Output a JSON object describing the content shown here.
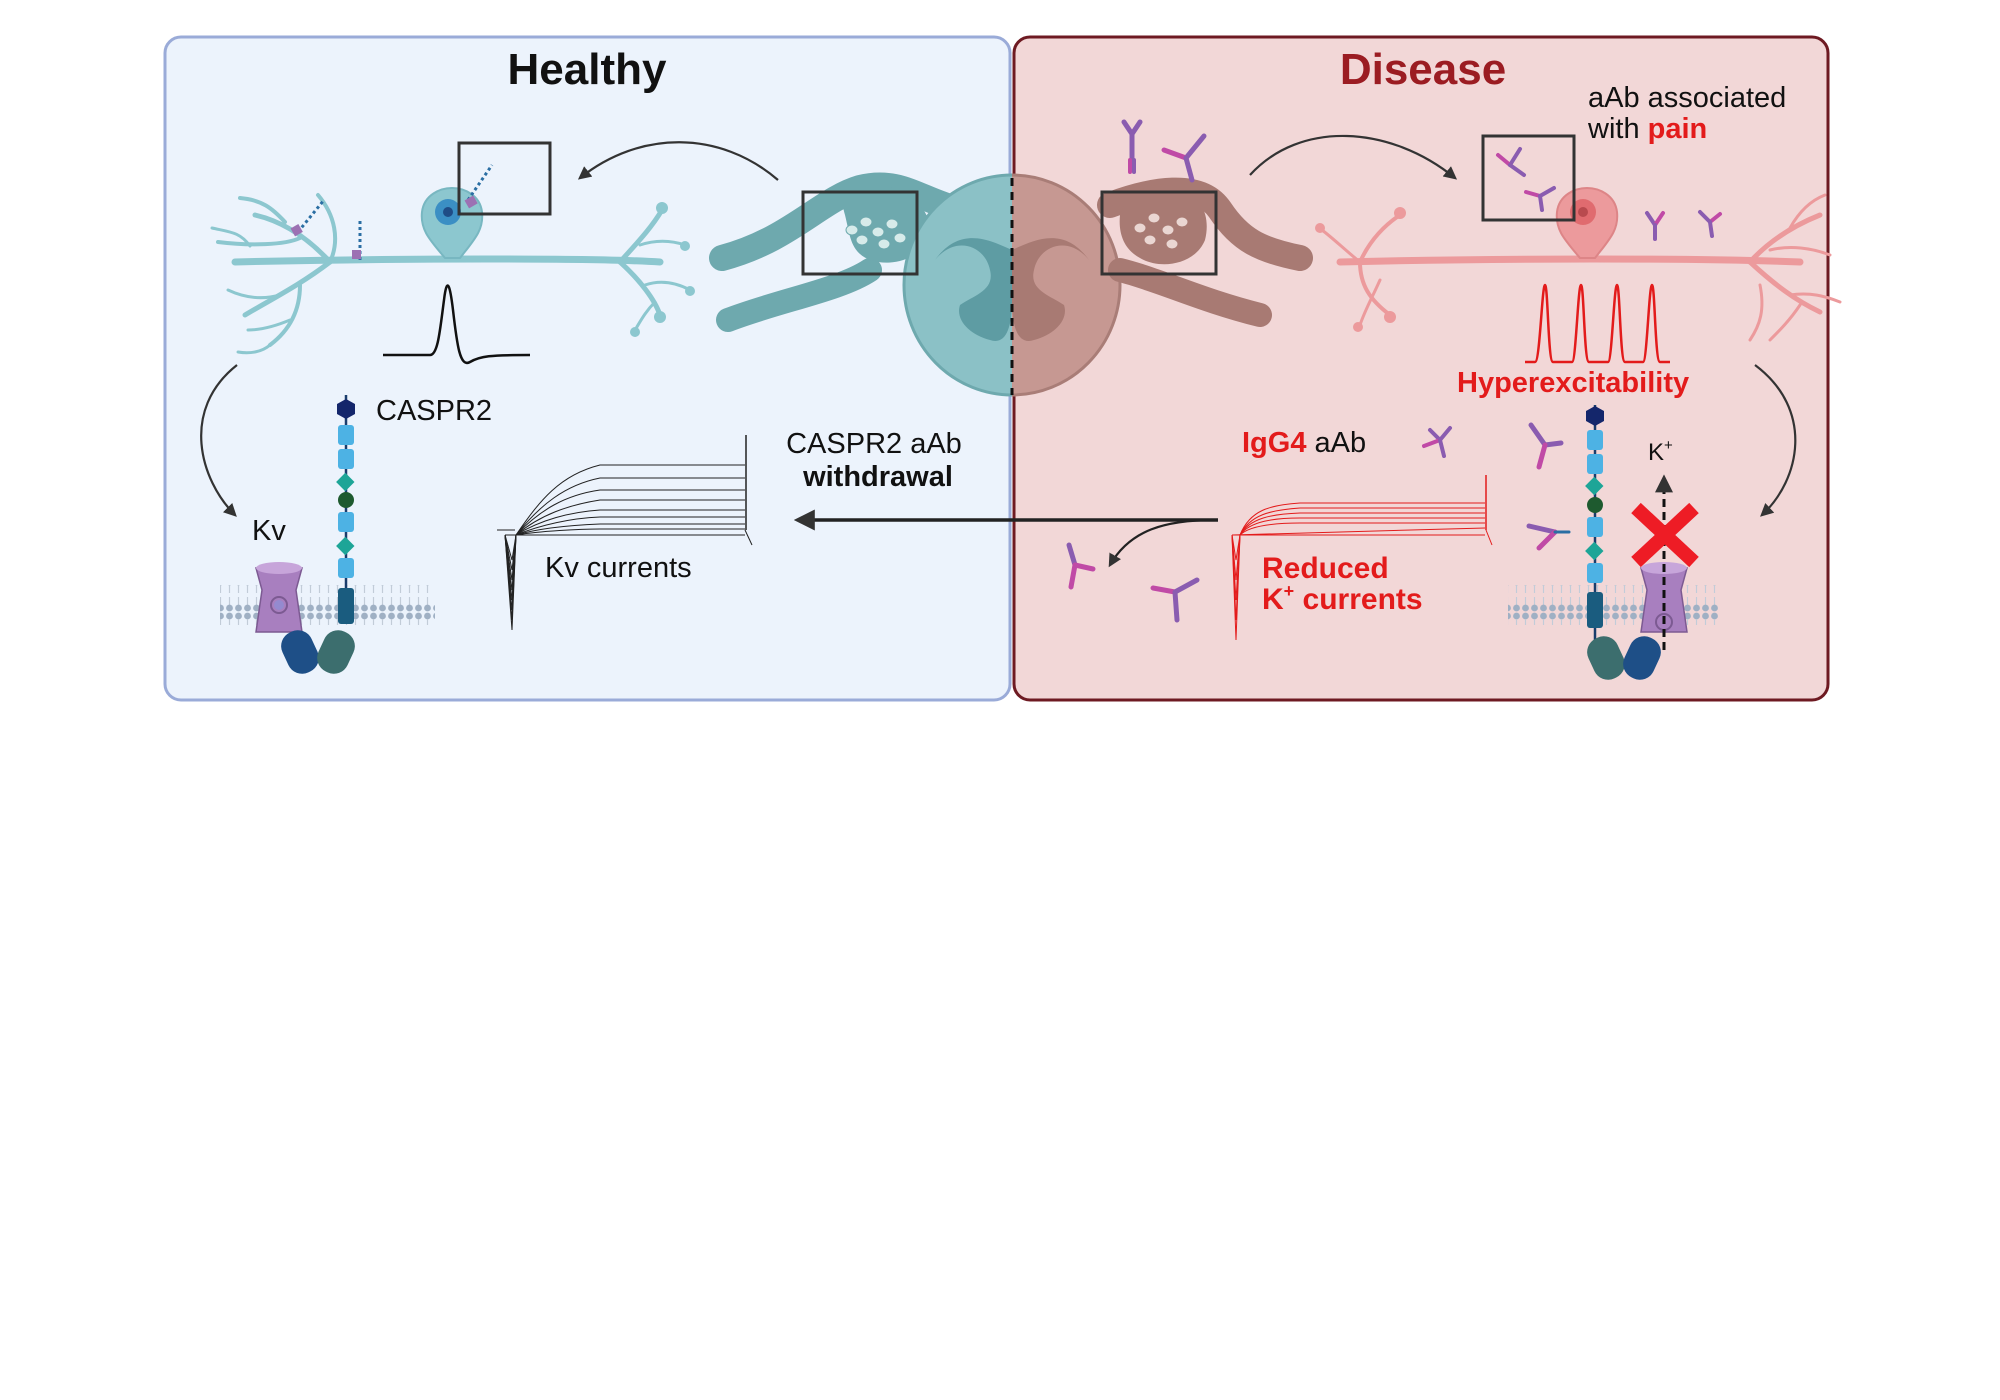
{
  "healthy": {
    "title": "Healthy",
    "caspr2_label": "CASPR2",
    "kv_label": "Kv",
    "withdrawal_line1": "CASPR2 aAb",
    "withdrawal_line2": "withdrawal",
    "kv_currents_label": "Kv currents"
  },
  "disease": {
    "title": "Disease",
    "aab_line1": "aAb associated",
    "aab_with": "with ",
    "aab_pain": "pain",
    "hyper_label": "Hyperexcitability",
    "igg4_bold": "IgG4",
    "igg4_rest": " aAb",
    "k_label": "K",
    "k_sup": "+",
    "reduced_line1": "Reduced",
    "reduced_k": "K",
    "reduced_sup": "+",
    "reduced_rest": " currents"
  },
  "colors": {
    "healthy_bg": "#ecf3fc",
    "healthy_border": "#9aabd8",
    "disease_bg": "#f2d7d7",
    "disease_border": "#6e1a22",
    "disease_title": "#9b1c22",
    "accent_red": "#e31b1b",
    "neuron_teal": "#8cc7cf",
    "neuron_pink": "#ec9a9c",
    "kv_purple": "#a87fbf"
  }
}
